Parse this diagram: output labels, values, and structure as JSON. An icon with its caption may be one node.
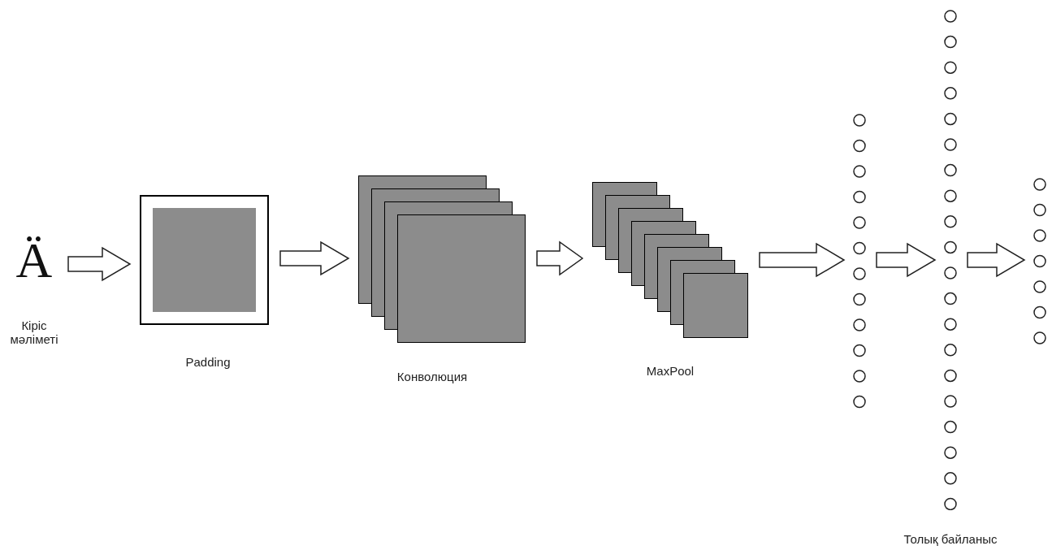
{
  "diagram": {
    "nodes": [
      {
        "text": [
          "Ä"
        ],
        "beside": [
          "Кіріс мәліметі"
        ]
      },
      {
        "text": [],
        "shape": "box",
        "beside": [
          "Padding"
        ]
      },
      {
        "text": [],
        "shape": "box",
        "beside": [
          "Конволюция"
        ]
      },
      {
        "text": [],
        "shape": "box",
        "beside": [
          "MaxPool"
        ]
      },
      {
        "text": [],
        "shape": "circle"
      },
      {
        "text": [],
        "shape": "circle",
        "beside": [
          "Толық байланыс"
        ]
      },
      {
        "text": [],
        "shape": "circle"
      }
    ],
    "edges": [
      {
        "from": 0,
        "to": 1,
        "arrow": "to"
      },
      {
        "from": 1,
        "to": 2,
        "arrow": "to"
      },
      {
        "from": 2,
        "to": 3,
        "arrow": "to"
      },
      {
        "from": 3,
        "to": 4,
        "arrow": "to"
      },
      {
        "from": 4,
        "to": 5,
        "arrow": "to"
      },
      {
        "from": 5,
        "to": 6,
        "arrow": "to"
      }
    ]
  }
}
